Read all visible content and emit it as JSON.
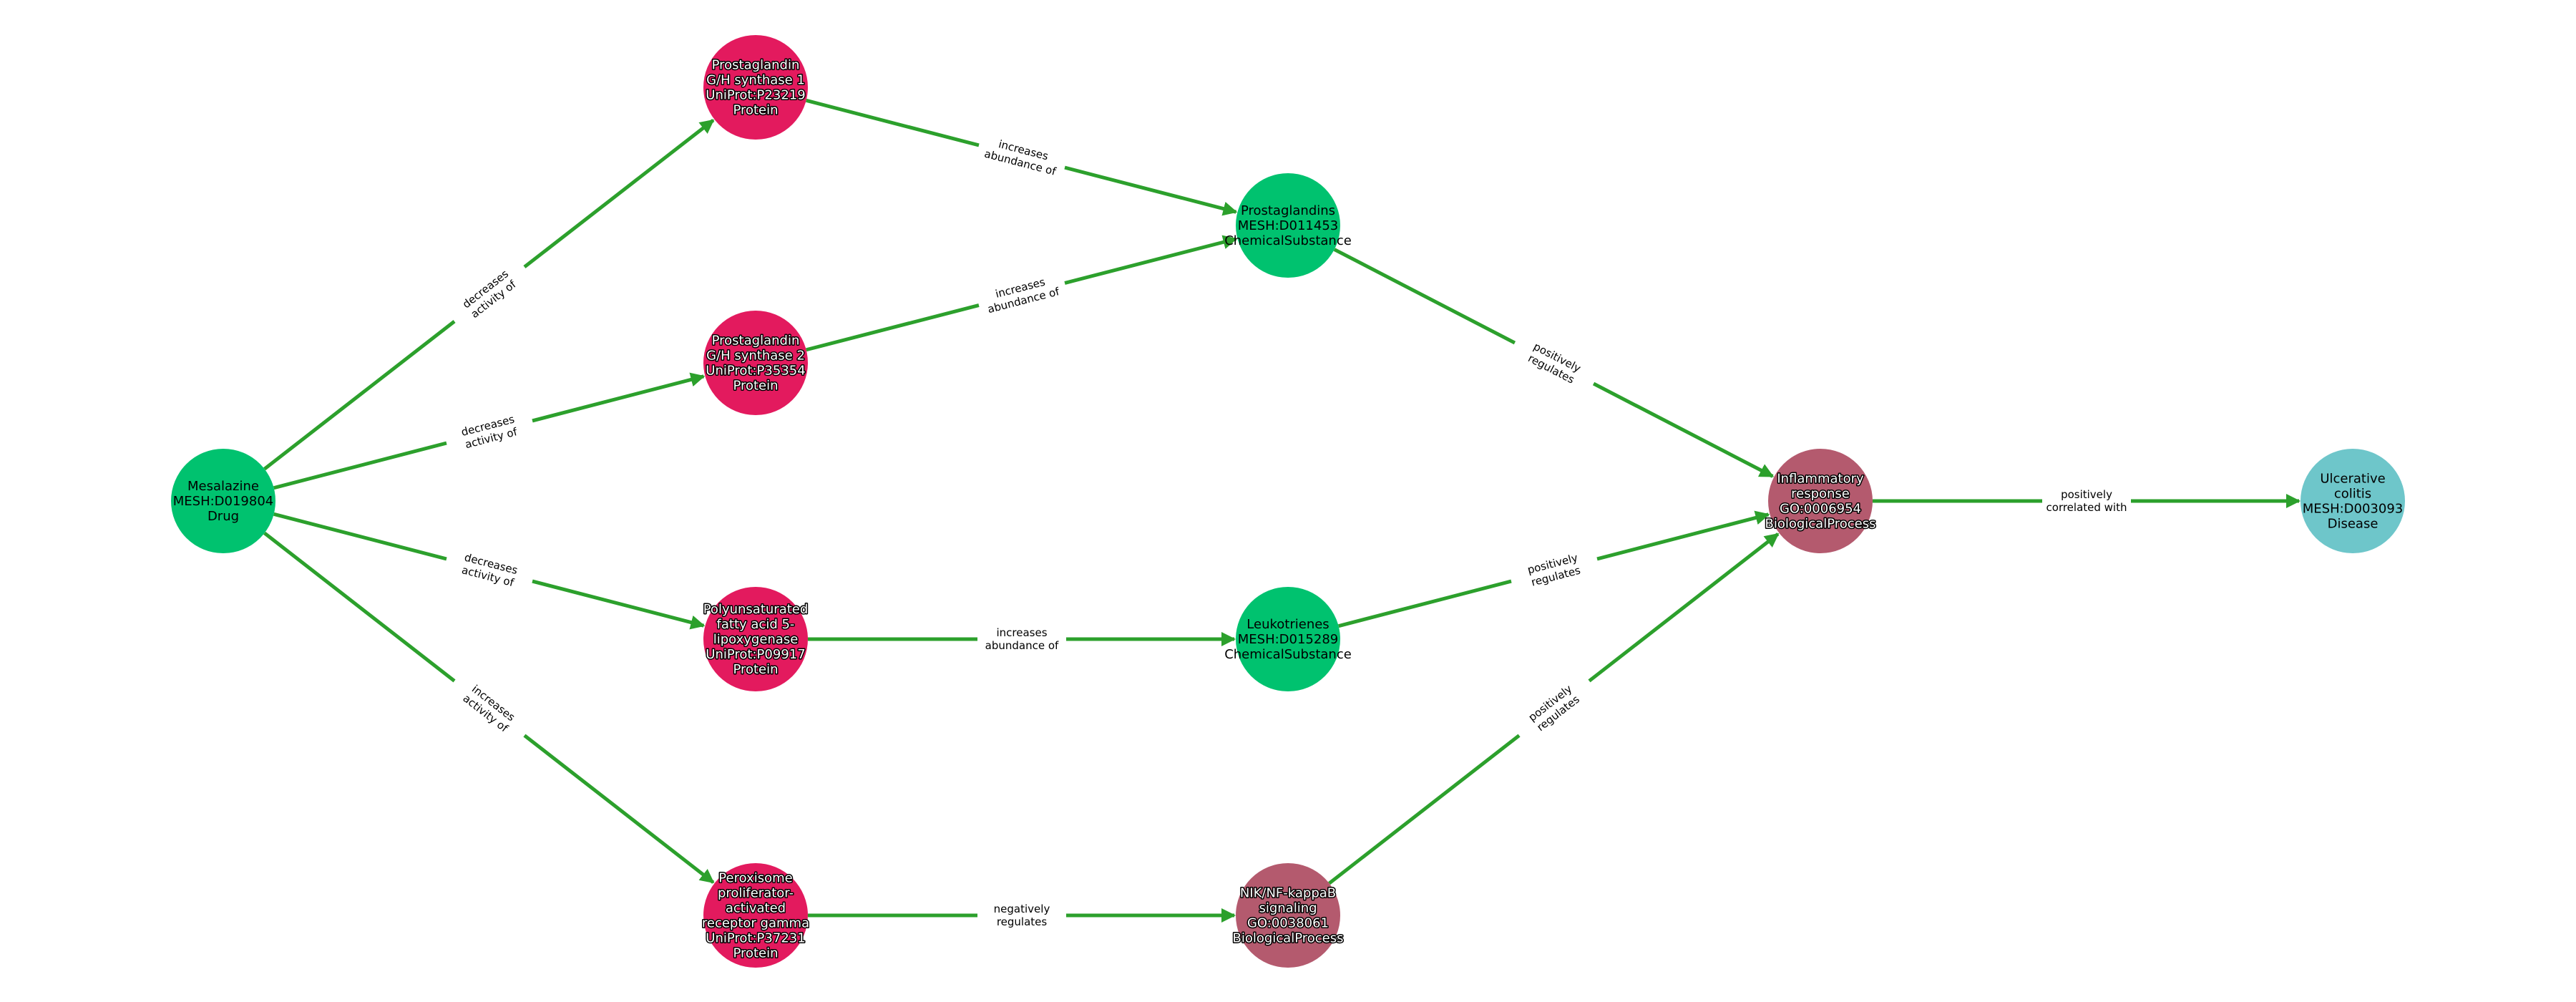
{
  "colors": {
    "edge": "#2ca02c",
    "Drug": "#00c26f",
    "ChemicalSubstance": "#00c26f",
    "Protein": "#e31a5e",
    "BiologicalProcess": "#b45a6e",
    "Disease": "#6ec6ca"
  },
  "nodes": [
    {
      "id": "mesalazine",
      "type": "Drug",
      "lines": [
        "Mesalazine",
        "MESH:D019804",
        "Drug"
      ]
    },
    {
      "id": "pghs1",
      "type": "Protein",
      "lines": [
        "Prostaglandin",
        "G/H synthase 1",
        "UniProt:P23219",
        "Protein"
      ]
    },
    {
      "id": "pghs2",
      "type": "Protein",
      "lines": [
        "Prostaglandin",
        "G/H synthase 2",
        "UniProt:P35354",
        "Protein"
      ]
    },
    {
      "id": "alox5",
      "type": "Protein",
      "lines": [
        "Polyunsaturated",
        "fatty acid 5-",
        "lipoxygenase",
        "UniProt:P09917",
        "Protein"
      ]
    },
    {
      "id": "pparg",
      "type": "Protein",
      "lines": [
        "Peroxisome",
        "proliferator-",
        "activated",
        "receptor gamma",
        "UniProt:P37231",
        "Protein"
      ]
    },
    {
      "id": "prostaglandins",
      "type": "ChemicalSubstance",
      "lines": [
        "Prostaglandins",
        "MESH:D011453",
        "ChemicalSubstance"
      ]
    },
    {
      "id": "leukotrienes",
      "type": "ChemicalSubstance",
      "lines": [
        "Leukotrienes",
        "MESH:D015289",
        "ChemicalSubstance"
      ]
    },
    {
      "id": "nfkb",
      "type": "BiologicalProcess",
      "lines": [
        "NIK/NF-kappaB",
        "signaling",
        "GO:0038061",
        "BiologicalProcess"
      ]
    },
    {
      "id": "inflammatory",
      "type": "BiologicalProcess",
      "lines": [
        "Inflammatory",
        "response",
        "GO:0006954",
        "BiologicalProcess"
      ]
    },
    {
      "id": "uc",
      "type": "Disease",
      "lines": [
        "Ulcerative",
        "colitis",
        "MESH:D003093",
        "Disease"
      ]
    }
  ],
  "edges": [
    {
      "from": "mesalazine",
      "to": "pghs1",
      "label": [
        "decreases",
        "activity of"
      ]
    },
    {
      "from": "mesalazine",
      "to": "pghs2",
      "label": [
        "decreases",
        "activity of"
      ]
    },
    {
      "from": "mesalazine",
      "to": "alox5",
      "label": [
        "decreases",
        "activity of"
      ]
    },
    {
      "from": "mesalazine",
      "to": "pparg",
      "label": [
        "increases",
        "activity of"
      ]
    },
    {
      "from": "pghs1",
      "to": "prostaglandins",
      "label": [
        "increases",
        "abundance of"
      ]
    },
    {
      "from": "pghs2",
      "to": "prostaglandins",
      "label": [
        "increases",
        "abundance of"
      ]
    },
    {
      "from": "alox5",
      "to": "leukotrienes",
      "label": [
        "increases",
        "abundance of"
      ]
    },
    {
      "from": "pparg",
      "to": "nfkb",
      "label": [
        "negatively",
        "regulates"
      ]
    },
    {
      "from": "prostaglandins",
      "to": "inflammatory",
      "label": [
        "positively",
        "regulates"
      ]
    },
    {
      "from": "leukotrienes",
      "to": "inflammatory",
      "label": [
        "positively",
        "regulates"
      ]
    },
    {
      "from": "nfkb",
      "to": "inflammatory",
      "label": [
        "positively",
        "regulates"
      ]
    },
    {
      "from": "inflammatory",
      "to": "uc",
      "label": [
        "positively",
        "correlated with"
      ]
    }
  ]
}
